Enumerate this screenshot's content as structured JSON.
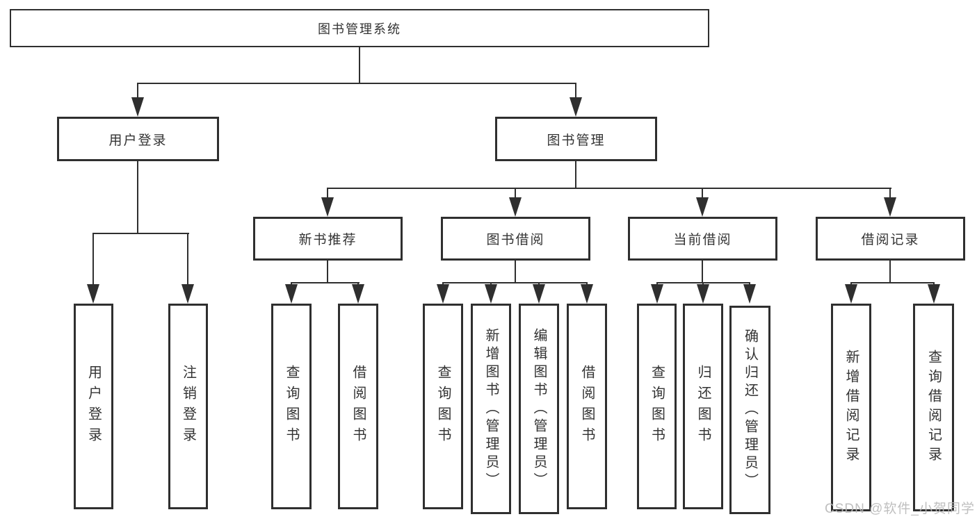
{
  "diagram": {
    "type": "hierarchy-tree",
    "tree": {
      "label": "图书管理系统",
      "children": [
        {
          "label": "用户登录",
          "children": [
            {
              "label": "用户登录"
            },
            {
              "label": "注销登录"
            }
          ]
        },
        {
          "label": "图书管理",
          "children": [
            {
              "label": "新书推荐",
              "children": [
                {
                  "label": "查询图书"
                },
                {
                  "label": "借阅图书"
                }
              ]
            },
            {
              "label": "图书借阅",
              "children": [
                {
                  "label": "查询图书"
                },
                {
                  "label": "新增图书（管理员）"
                },
                {
                  "label": "编辑图书（管理员）"
                },
                {
                  "label": "借阅图书"
                }
              ]
            },
            {
              "label": "当前借阅",
              "children": [
                {
                  "label": "查询图书"
                },
                {
                  "label": "归还图书"
                },
                {
                  "label": "确认归还（管理员）"
                }
              ]
            },
            {
              "label": "借阅记录",
              "children": [
                {
                  "label": "新增借阅记录"
                },
                {
                  "label": "查询借阅记录"
                }
              ]
            }
          ]
        }
      ]
    },
    "colors": {
      "line": "#2f2f2f",
      "text": "#333333",
      "background": "#ffffff",
      "watermark": "#b9b9b9"
    }
  },
  "watermark": {
    "text": "CSDN @软件_小贺同学"
  }
}
